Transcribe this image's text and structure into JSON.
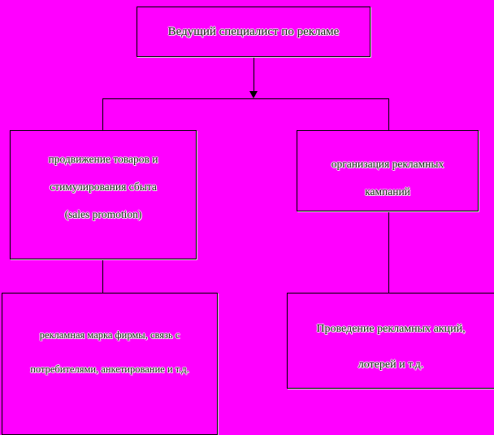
{
  "diagram": {
    "title": "Ведущий специалист по рекламе",
    "background_color": "#ff00ff",
    "line_color": "#000000",
    "text_color": "#1a1a1a",
    "nodes": {
      "root": {
        "name": "root-node",
        "lines": [
          "Ведущий специалист по рекламе"
        ]
      },
      "promo": {
        "name": "promotion-node",
        "lines": [
          "продвижение товаров и",
          "стимулирования сбыта",
          "(sales promotion)"
        ]
      },
      "campaign": {
        "name": "campaign-node",
        "lines": [
          "организация рекламных",
          "кампаний"
        ]
      },
      "brand": {
        "name": "brand-node",
        "lines": [
          "рекламная марка фирмы, связь с",
          "потребителями, анкетирование и т.д."
        ]
      },
      "actions": {
        "name": "actions-node",
        "lines": [
          "Проведение рекламных акций,",
          "лотерей и т.д."
        ]
      }
    },
    "connectors": {
      "arrow": "down-arrow",
      "edges": [
        "root-to-bus",
        "bus-to-promotion",
        "bus-to-campaign",
        "promotion-to-brand",
        "campaign-to-actions"
      ]
    }
  }
}
